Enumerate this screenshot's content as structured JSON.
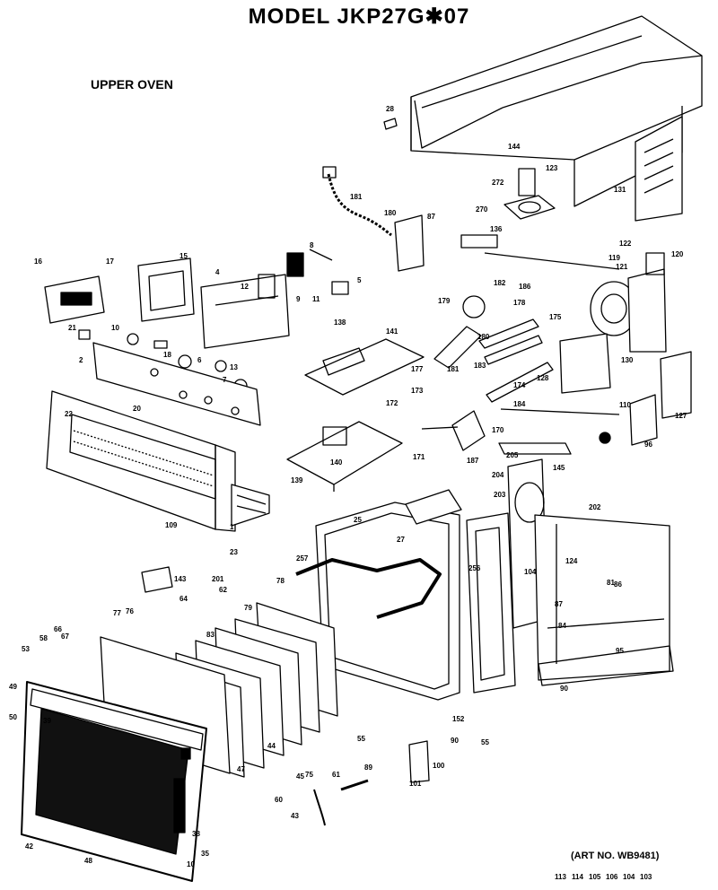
{
  "title": "MODEL  JKP27G✱07",
  "subtitle": "UPPER OVEN",
  "art_number": "(ART NO. WB9481)",
  "callouts": [
    "28",
    "144",
    "123",
    "131",
    "272",
    "270",
    "181",
    "180",
    "87",
    "136",
    "119",
    "122",
    "121",
    "120",
    "16",
    "17",
    "15",
    "4",
    "12",
    "8",
    "9",
    "11",
    "5",
    "182",
    "186",
    "179",
    "178",
    "175",
    "180",
    "177",
    "183",
    "181",
    "21",
    "10",
    "18",
    "6",
    "13",
    "7",
    "2",
    "138",
    "141",
    "130",
    "128",
    "174",
    "184",
    "127",
    "110",
    "173",
    "172",
    "170",
    "171",
    "187",
    "96",
    "20",
    "22",
    "140",
    "139",
    "145",
    "205",
    "204",
    "203",
    "202",
    "109",
    "1",
    "23",
    "25",
    "27",
    "257",
    "256",
    "104",
    "124",
    "143",
    "201",
    "62",
    "78",
    "79",
    "64",
    "83",
    "77",
    "76",
    "66",
    "67",
    "58",
    "53",
    "49",
    "50",
    "39",
    "38",
    "35",
    "42",
    "48",
    "10",
    "44",
    "45",
    "47",
    "43",
    "60",
    "75",
    "61",
    "55",
    "89",
    "152",
    "55",
    "90",
    "100",
    "101",
    "86",
    "87",
    "84",
    "95",
    "90",
    "81",
    "113",
    "114",
    "105",
    "106",
    "104",
    "103"
  ]
}
